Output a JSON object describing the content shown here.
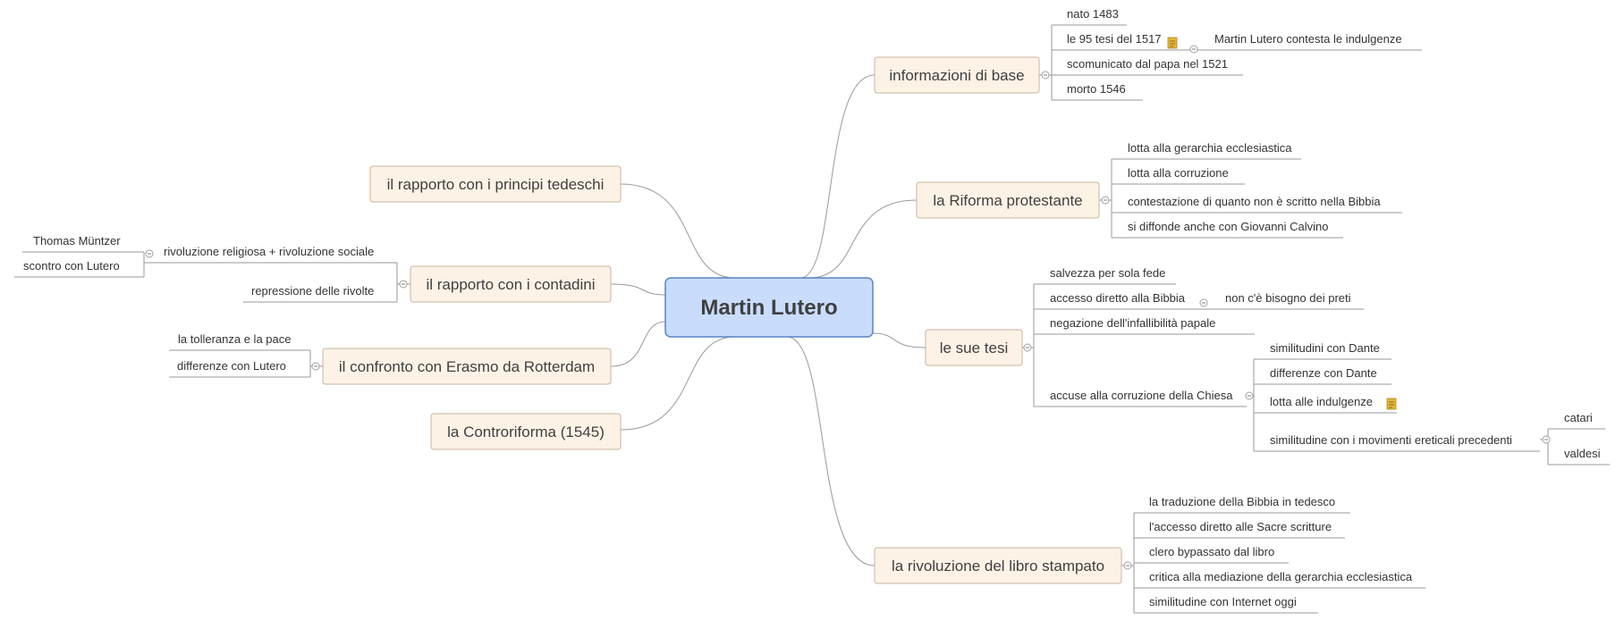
{
  "map": {
    "central": "Martin Lutero",
    "branches": [
      {
        "label": "informazioni di base",
        "children": [
          {
            "label": "nato 1483"
          },
          {
            "label": "le 95 tesi del 1517",
            "note_icon": "note-icon",
            "children": [
              {
                "label": "Martin Lutero contesta le indulgenze"
              }
            ]
          },
          {
            "label": "scomunicato dal papa nel 1521"
          },
          {
            "label": "morto 1546"
          }
        ]
      },
      {
        "label": "la Riforma protestante",
        "children": [
          {
            "label": "lotta alla gerarchia ecclesiastica"
          },
          {
            "label": "lotta alla corruzione"
          },
          {
            "label": "contestazione di quanto non è scritto nella Bibbia"
          },
          {
            "label": "si diffonde anche con Giovanni Calvino"
          }
        ]
      },
      {
        "label": "le sue tesi",
        "children": [
          {
            "label": "salvezza per sola fede"
          },
          {
            "label": "accesso diretto alla Bibbia",
            "children": [
              {
                "label": "non c'è bisogno dei preti"
              }
            ]
          },
          {
            "label": "negazione dell'infallibilità papale"
          },
          {
            "label": "accuse alla corruzione della Chiesa",
            "children": [
              {
                "label": "similitudini con Dante"
              },
              {
                "label": "differenze con Dante"
              },
              {
                "label": "lotta alle indulgenze",
                "note_icon": "note-icon"
              },
              {
                "label": "similitudine con i movimenti ereticali precedenti",
                "children": [
                  {
                    "label": "catari"
                  },
                  {
                    "label": "valdesi"
                  }
                ]
              }
            ]
          }
        ]
      },
      {
        "label": "la rivoluzione del libro stampato",
        "children": [
          {
            "label": "la traduzione della Bibbia in tedesco"
          },
          {
            "label": "l'accesso diretto alle Sacre scritture"
          },
          {
            "label": "clero bypassato dal libro"
          },
          {
            "label": "critica alla mediazione della gerarchia ecclesiastica"
          },
          {
            "label": "similitudine con Internet oggi"
          }
        ]
      },
      {
        "label": "il rapporto con i principi tedeschi"
      },
      {
        "label": "il rapporto con i contadini",
        "children": [
          {
            "label": "rivoluzione religiosa + rivoluzione sociale",
            "children": [
              {
                "label": "Thomas Müntzer"
              },
              {
                "label": "scontro con Lutero"
              }
            ]
          },
          {
            "label": "repressione delle rivolte"
          }
        ]
      },
      {
        "label": "il confronto con Erasmo da Rotterdam",
        "children": [
          {
            "label": "la tolleranza e la pace"
          },
          {
            "label": "differenze con Lutero"
          }
        ]
      },
      {
        "label": "la Controriforma (1545)"
      }
    ]
  },
  "colors": {
    "central_fill": "#c9dcfb",
    "central_stroke": "#5b84c4",
    "central_text": "#404040",
    "topic_fill": "#fdf2e6",
    "topic_stroke": "#c9b49c",
    "topic_text": "#404040",
    "line": "#9a9a9a",
    "leaf_text": "#333333",
    "note": "#e2b63a"
  }
}
